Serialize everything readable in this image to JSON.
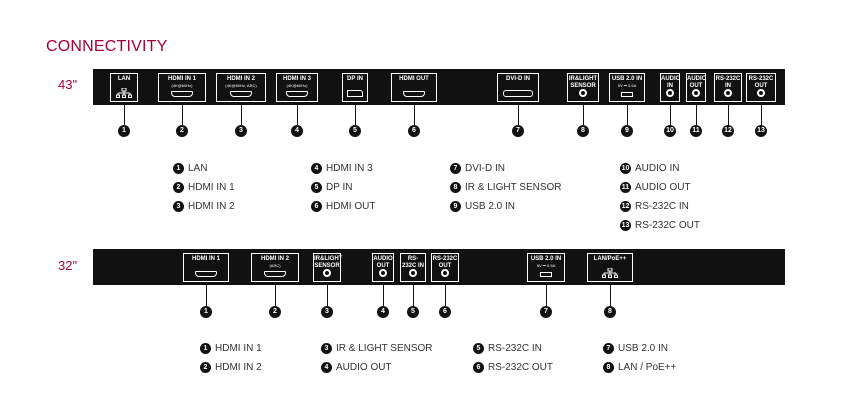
{
  "title": "CONNECTIVITY",
  "colors": {
    "accent": "#a50034",
    "panel": "#111111",
    "text": "#333333"
  },
  "panel_43": {
    "size_label": "43\"",
    "ports": [
      {
        "n": "1",
        "label": "LAN",
        "sub": "",
        "icon": "lan-icon"
      },
      {
        "n": "2",
        "label": "HDMI IN 1",
        "sub": "(4K@60Hz)",
        "icon": "hdmi-port-icon"
      },
      {
        "n": "3",
        "label": "HDMI IN 2",
        "sub": "(4K@60Hz, ARC)",
        "icon": "hdmi-port-icon"
      },
      {
        "n": "4",
        "label": "HDMI IN 3",
        "sub": "(4K@60Hz)",
        "icon": "hdmi-port-icon"
      },
      {
        "n": "5",
        "label": "DP IN",
        "sub": "",
        "icon": "displayport-icon"
      },
      {
        "n": "6",
        "label": "HDMI OUT",
        "sub": "",
        "icon": "hdmi-port-icon"
      },
      {
        "n": "7",
        "label": "DVI-D IN",
        "sub": "",
        "icon": "dvi-port-icon"
      },
      {
        "n": "8",
        "label": "IR&LIGHT SENSOR",
        "sub": "",
        "icon": "audio-jack-icon"
      },
      {
        "n": "9",
        "label": "USB 2.0 IN",
        "sub": "5V ⎓ 0.5A",
        "icon": "usb-port-icon"
      },
      {
        "n": "10",
        "label": "AUDIO IN",
        "sub": "",
        "icon": "audio-jack-icon"
      },
      {
        "n": "11",
        "label": "AUDIO OUT",
        "sub": "",
        "icon": "audio-jack-icon"
      },
      {
        "n": "12",
        "label": "RS-232C IN",
        "sub": "",
        "icon": "audio-jack-icon"
      },
      {
        "n": "13",
        "label": "RS-232C OUT",
        "sub": "",
        "icon": "audio-jack-icon"
      }
    ],
    "legend": [
      {
        "n": "1",
        "text": "LAN"
      },
      {
        "n": "2",
        "text": "HDMI IN 1"
      },
      {
        "n": "3",
        "text": "HDMI IN 2"
      },
      {
        "n": "4",
        "text": "HDMI IN 3"
      },
      {
        "n": "5",
        "text": "DP IN"
      },
      {
        "n": "6",
        "text": "HDMI OUT"
      },
      {
        "n": "7",
        "text": "DVI-D IN"
      },
      {
        "n": "8",
        "text": "IR & LIGHT SENSOR"
      },
      {
        "n": "9",
        "text": "USB 2.0 IN"
      },
      {
        "n": "10",
        "text": "AUDIO IN"
      },
      {
        "n": "11",
        "text": "AUDIO OUT"
      },
      {
        "n": "12",
        "text": "RS-232C IN"
      },
      {
        "n": "13",
        "text": "RS-232C OUT"
      }
    ]
  },
  "panel_32": {
    "size_label": "32\"",
    "ports": [
      {
        "n": "1",
        "label": "HDMI IN 1",
        "sub": "",
        "icon": "hdmi-port-icon"
      },
      {
        "n": "2",
        "label": "HDMI IN 2",
        "sub": "(ARC)",
        "icon": "hdmi-port-icon"
      },
      {
        "n": "3",
        "label": "IR&LIGHT SENSOR",
        "sub": "",
        "icon": "audio-jack-icon"
      },
      {
        "n": "4",
        "label": "AUDIO OUT",
        "sub": "",
        "icon": "audio-jack-icon"
      },
      {
        "n": "5",
        "label": "RS-232C IN",
        "sub": "",
        "icon": "audio-jack-icon"
      },
      {
        "n": "6",
        "label": "RS-232C OUT",
        "sub": "",
        "icon": "audio-jack-icon"
      },
      {
        "n": "7",
        "label": "USB 2.0 IN",
        "sub": "5V ⎓ 0.5A",
        "icon": "usb-port-icon"
      },
      {
        "n": "8",
        "label": "LAN/PoE++",
        "sub": "",
        "icon": "lan-icon"
      }
    ],
    "legend": [
      {
        "n": "1",
        "text": "HDMI IN 1"
      },
      {
        "n": "2",
        "text": "HDMI IN 2"
      },
      {
        "n": "3",
        "text": "IR & LIGHT SENSOR"
      },
      {
        "n": "4",
        "text": "AUDIO OUT"
      },
      {
        "n": "5",
        "text": "RS-232C IN"
      },
      {
        "n": "6",
        "text": "RS-232C OUT"
      },
      {
        "n": "7",
        "text": "USB 2.0 IN"
      },
      {
        "n": "8",
        "text": "LAN / PoE++"
      }
    ]
  }
}
